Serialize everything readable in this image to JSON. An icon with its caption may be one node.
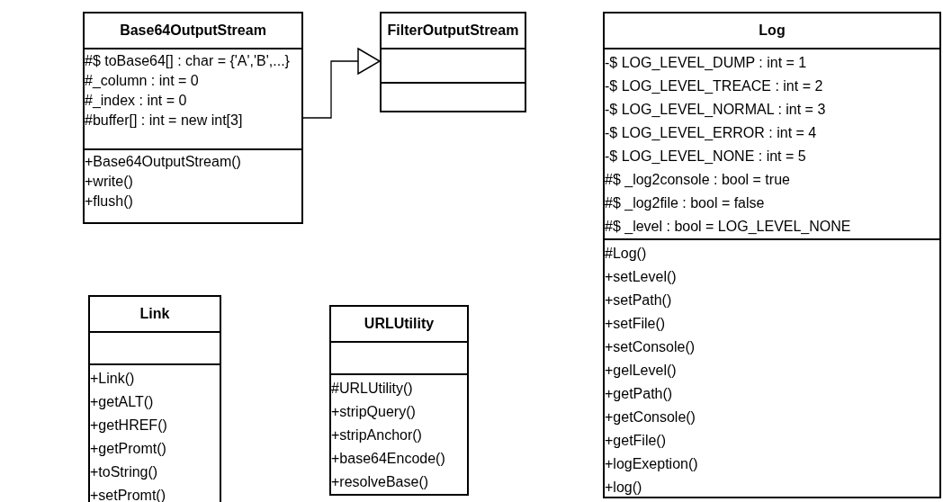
{
  "diagram": {
    "nodes": [
      {
        "text": [
          "Base64OutputStream",
          "#$ toBase64[] : char = {'A','B',...}",
          "#_column : int = 0",
          "#_index : int = 0",
          "#buffer[] : int = new int[3]",
          "+Base64OutputStream()",
          "+write()",
          "+flush()"
        ]
      },
      {
        "text": [
          "FilterOutputStream"
        ]
      },
      {
        "text": [
          "Log",
          "-$ LOG_LEVEL_DUMP : int = 1",
          "-$ LOG_LEVEL_TREACE : int = 2",
          "-$ LOG_LEVEL_NORMAL : int = 3",
          "-$ LOG_LEVEL_ERROR : int = 4",
          "-$ LOG_LEVEL_NONE : int = 5",
          "#$ _log2console : bool = true",
          "#$ _log2file : bool = false",
          "#$ _level : bool = LOG_LEVEL_NONE",
          "#Log()",
          "+setLevel()",
          "+setPath()",
          "+setFile()",
          "+setConsole()",
          "+gelLevel()",
          "+getPath()",
          "+getConsole()",
          "+getFile()",
          "+logExeption()",
          "+log()"
        ]
      },
      {
        "text": [
          "Link",
          "+Link()",
          "+getALT()",
          "+getHREF()",
          "+getPromt()",
          "+toString()",
          "+setPromt()"
        ]
      },
      {
        "text": [
          "URLUtility",
          "#URLUtility()",
          "+stripQuery()",
          "+stripAnchor()",
          "+base64Encode()",
          "+resolveBase()"
        ]
      }
    ],
    "edges": [
      {
        "from": 0,
        "to": 1,
        "arrow": "to"
      }
    ]
  }
}
